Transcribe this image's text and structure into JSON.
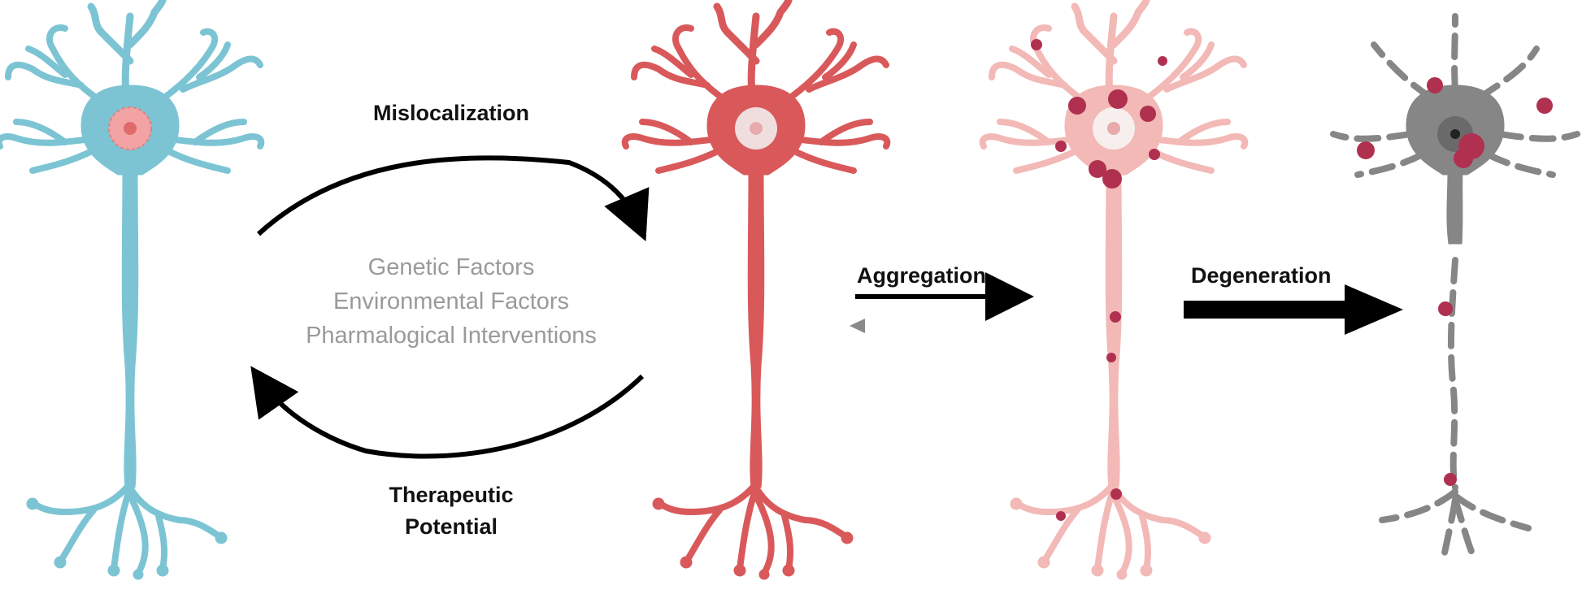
{
  "labels": {
    "mislocalization": "Mislocalization",
    "therapeutic_line1": "Therapeutic",
    "therapeutic_line2": "Potential",
    "aggregation": "Aggregation",
    "degeneration": "Degeneration"
  },
  "factors": [
    "Genetic Factors",
    "Environmental Factors",
    "Pharmalogical Interventions"
  ],
  "colors": {
    "healthy": "#7cc4d4",
    "healthy_nucleus": "#f3a3a3",
    "mislocalized": "#d9595b",
    "aggregating": "#f2b9b7",
    "aggregate": "#b03050",
    "degenerated": "#868686",
    "arrow": "#000000",
    "factor_text": "#9a9a9a"
  },
  "icons": {
    "neuron_states": [
      "healthy-neuron",
      "mislocalized-neuron",
      "aggregating-neuron",
      "degenerating-neuron"
    ]
  }
}
